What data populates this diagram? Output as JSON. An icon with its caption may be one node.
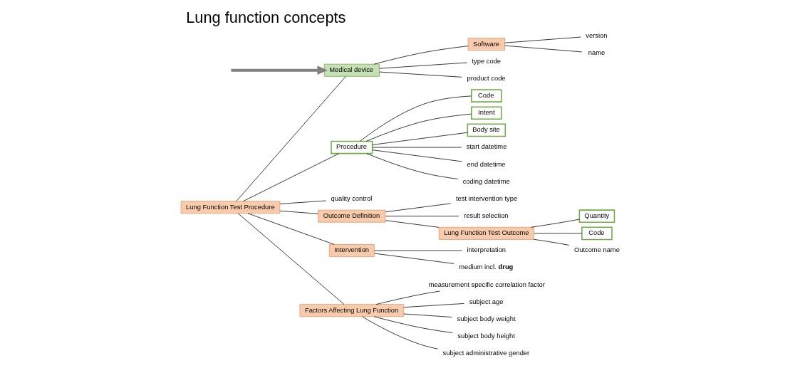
{
  "diagram": {
    "title": "Lung function concepts",
    "nodes": [
      {
        "text": [
          "Lung Function Test Procedure"
        ]
      },
      {
        "text": [
          "Medical device"
        ]
      },
      {
        "text": [
          "Software"
        ]
      },
      {
        "text": [
          "version"
        ]
      },
      {
        "text": [
          "name"
        ]
      },
      {
        "text": [
          "type code"
        ]
      },
      {
        "text": [
          "product code"
        ]
      },
      {
        "text": [
          "Procedure"
        ]
      },
      {
        "text": [
          "quality control"
        ]
      },
      {
        "text": [
          "Outcome Definition"
        ]
      },
      {
        "text": [
          "test intervention type"
        ]
      },
      {
        "text": [
          "result selection"
        ]
      },
      {
        "text": [
          "Lung Function Test Outcome"
        ]
      },
      {
        "text": [
          "Quantity"
        ]
      },
      {
        "text": [
          "Code"
        ]
      },
      {
        "text": [
          "Outcome name"
        ]
      },
      {
        "text": [
          "Code"
        ]
      },
      {
        "text": [
          "Intent"
        ]
      },
      {
        "text": [
          "Body site"
        ]
      },
      {
        "text": [
          "start datetime"
        ]
      },
      {
        "text": [
          "end datetime"
        ]
      },
      {
        "text": [
          "coding datetime"
        ]
      },
      {
        "text": [
          "Intervention"
        ]
      },
      {
        "text": [
          "interpretation"
        ]
      },
      {
        "text": [
          "medium incl. **drug**"
        ]
      },
      {
        "text": [
          "Factors Affecting Lung Function"
        ]
      },
      {
        "text": [
          "measurement specific correlation factor"
        ]
      },
      {
        "text": [
          "subject age"
        ]
      },
      {
        "text": [
          "subject body weight"
        ]
      },
      {
        "text": [
          "subject body height"
        ]
      },
      {
        "text": [
          "subject administrative gender"
        ]
      }
    ],
    "edges": [
      {
        "from": null,
        "to": 1,
        "arrow": "to",
        "style": "thick",
        "color": "#808080"
      },
      {
        "from": 0,
        "to": 1,
        "arrow": "none"
      },
      {
        "from": 1,
        "to": 2,
        "arrow": "none"
      },
      {
        "from": 2,
        "to": 3,
        "arrow": "none"
      },
      {
        "from": 2,
        "to": 4,
        "arrow": "none"
      },
      {
        "from": 1,
        "to": 5,
        "arrow": "none"
      },
      {
        "from": 1,
        "to": 6,
        "arrow": "none"
      },
      {
        "from": 0,
        "to": 7,
        "arrow": "none"
      },
      {
        "from": 0,
        "to": 8,
        "arrow": "none"
      },
      {
        "from": 0,
        "to": 9,
        "arrow": "none"
      },
      {
        "from": 0,
        "to": 22,
        "arrow": "none"
      },
      {
        "from": 0,
        "to": 25,
        "arrow": "none"
      },
      {
        "from": 9,
        "to": 10,
        "arrow": "none"
      },
      {
        "from": 9,
        "to": 11,
        "arrow": "none"
      },
      {
        "from": 9,
        "to": 12,
        "arrow": "none"
      },
      {
        "from": 12,
        "to": 13,
        "arrow": "none"
      },
      {
        "from": 12,
        "to": 14,
        "arrow": "none"
      },
      {
        "from": 12,
        "to": 15,
        "arrow": "none"
      },
      {
        "from": 7,
        "to": 16,
        "arrow": "none"
      },
      {
        "from": 7,
        "to": 17,
        "arrow": "none"
      },
      {
        "from": 7,
        "to": 18,
        "arrow": "none"
      },
      {
        "from": 7,
        "to": 19,
        "arrow": "none"
      },
      {
        "from": 7,
        "to": 20,
        "arrow": "none"
      },
      {
        "from": 7,
        "to": 21,
        "arrow": "none"
      },
      {
        "from": 22,
        "to": 23,
        "arrow": "none"
      },
      {
        "from": 22,
        "to": 24,
        "arrow": "none"
      },
      {
        "from": 25,
        "to": 26,
        "arrow": "none"
      },
      {
        "from": 25,
        "to": 27,
        "arrow": "none"
      },
      {
        "from": 25,
        "to": 28,
        "arrow": "none"
      },
      {
        "from": 25,
        "to": 29,
        "arrow": "none"
      },
      {
        "from": 25,
        "to": 30,
        "arrow": "none"
      }
    ]
  }
}
